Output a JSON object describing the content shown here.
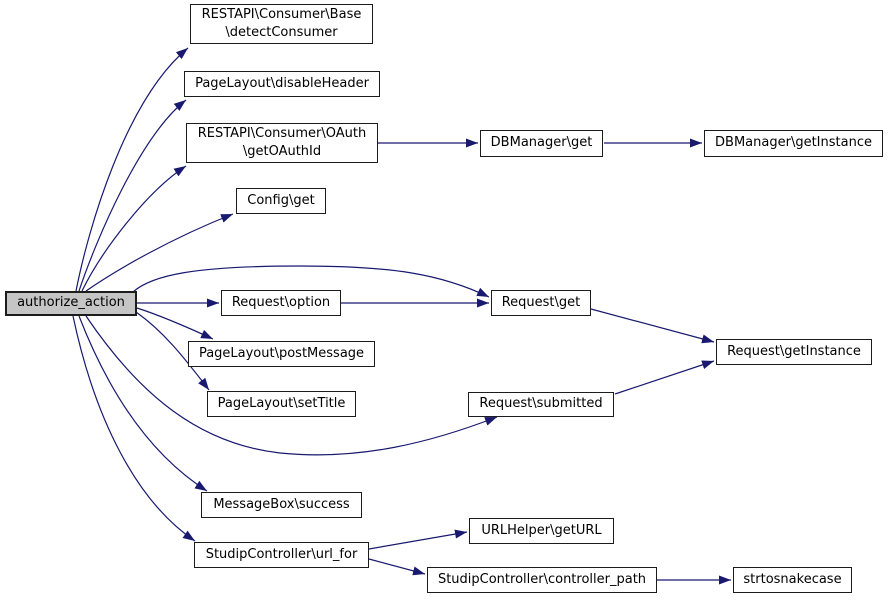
{
  "diagram": {
    "type": "call-graph",
    "root_function": "authorize_action",
    "edge_color": "#191970",
    "node_border_color": "#1c1c1c",
    "node_fill": "#ffffff",
    "root_fill": "#c5c5c5",
    "text_color": "#000000",
    "background": "#ffffff",
    "nodes": [
      {
        "id": "authorize_action",
        "label": "authorize_action",
        "root": true
      },
      {
        "id": "detectConsumer",
        "label": "RESTAPI\\Consumer\\Base\n\\detectConsumer"
      },
      {
        "id": "disableHeader",
        "label": "PageLayout\\disableHeader"
      },
      {
        "id": "getOAuthId",
        "label": "RESTAPI\\Consumer\\OAuth\n\\getOAuthId"
      },
      {
        "id": "config_get",
        "label": "Config\\get"
      },
      {
        "id": "request_option",
        "label": "Request\\option"
      },
      {
        "id": "request_get",
        "label": "Request\\get"
      },
      {
        "id": "postMessage",
        "label": "PageLayout\\postMessage"
      },
      {
        "id": "setTitle",
        "label": "PageLayout\\setTitle"
      },
      {
        "id": "request_submitted",
        "label": "Request\\submitted"
      },
      {
        "id": "request_getInstance",
        "label": "Request\\getInstance"
      },
      {
        "id": "dbmanager_get",
        "label": "DBManager\\get"
      },
      {
        "id": "dbmanager_getInstance",
        "label": "DBManager\\getInstance"
      },
      {
        "id": "messagebox_success",
        "label": "MessageBox\\success"
      },
      {
        "id": "url_for",
        "label": "StudipController\\url_for"
      },
      {
        "id": "getURL",
        "label": "URLHelper\\getURL"
      },
      {
        "id": "controller_path",
        "label": "StudipController\\controller_path"
      },
      {
        "id": "strtosnakecase",
        "label": "strtosnakecase"
      }
    ],
    "edges": [
      {
        "from": "authorize_action",
        "to": "detectConsumer"
      },
      {
        "from": "authorize_action",
        "to": "disableHeader"
      },
      {
        "from": "authorize_action",
        "to": "getOAuthId"
      },
      {
        "from": "authorize_action",
        "to": "config_get"
      },
      {
        "from": "authorize_action",
        "to": "request_option"
      },
      {
        "from": "authorize_action",
        "to": "request_get"
      },
      {
        "from": "authorize_action",
        "to": "postMessage"
      },
      {
        "from": "authorize_action",
        "to": "setTitle"
      },
      {
        "from": "authorize_action",
        "to": "request_submitted"
      },
      {
        "from": "authorize_action",
        "to": "messagebox_success"
      },
      {
        "from": "authorize_action",
        "to": "url_for"
      },
      {
        "from": "getOAuthId",
        "to": "dbmanager_get"
      },
      {
        "from": "dbmanager_get",
        "to": "dbmanager_getInstance"
      },
      {
        "from": "request_option",
        "to": "request_get"
      },
      {
        "from": "request_get",
        "to": "request_getInstance"
      },
      {
        "from": "request_submitted",
        "to": "request_getInstance"
      },
      {
        "from": "url_for",
        "to": "getURL"
      },
      {
        "from": "url_for",
        "to": "controller_path"
      },
      {
        "from": "controller_path",
        "to": "strtosnakecase"
      }
    ]
  }
}
